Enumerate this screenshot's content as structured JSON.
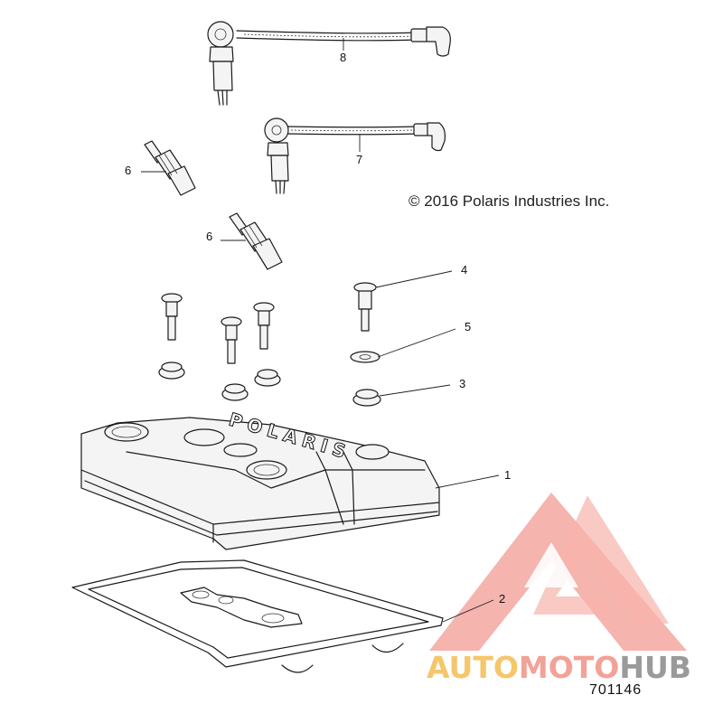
{
  "diagram": {
    "copyright": "© 2016 Polaris Industries Inc.",
    "document_number": "701146",
    "callouts": {
      "c1": "1",
      "c2": "2",
      "c3": "3",
      "c4": "4",
      "c5": "5",
      "c6a": "6",
      "c6b": "6",
      "c7": "7",
      "c8": "8"
    },
    "cover_emboss": "POLARIS"
  },
  "watermark": {
    "brand_part1": "AUTO",
    "brand_part2": "MOTO",
    "brand_part3": "HUB",
    "colors": {
      "triangle": "#f08a80",
      "auto": "#f6c66b",
      "moto": "#f3a297",
      "hub": "#9a9a9a"
    }
  }
}
